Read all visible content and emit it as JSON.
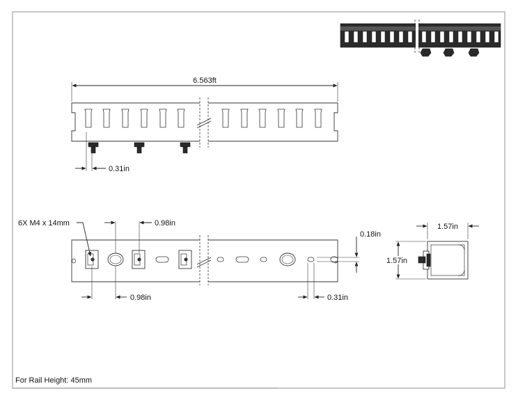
{
  "dimensions": {
    "overall_length": "6.563ft",
    "slot_offset_front": "0.31in",
    "screw_spec": "6X M4  x 14mm",
    "hole_spacing_top": "0.98in",
    "hole_spacing_bottom": "0.98in",
    "hole_diameter": "0.18in",
    "hole_offset_end": "0.31in",
    "profile_width": "1.57in",
    "profile_height": "1.57in"
  },
  "footer": {
    "note": "For Rail Height: 45mm"
  },
  "colors": {
    "line": "#222222",
    "dark_part": "#2a2a2a",
    "background": "#ffffff"
  }
}
